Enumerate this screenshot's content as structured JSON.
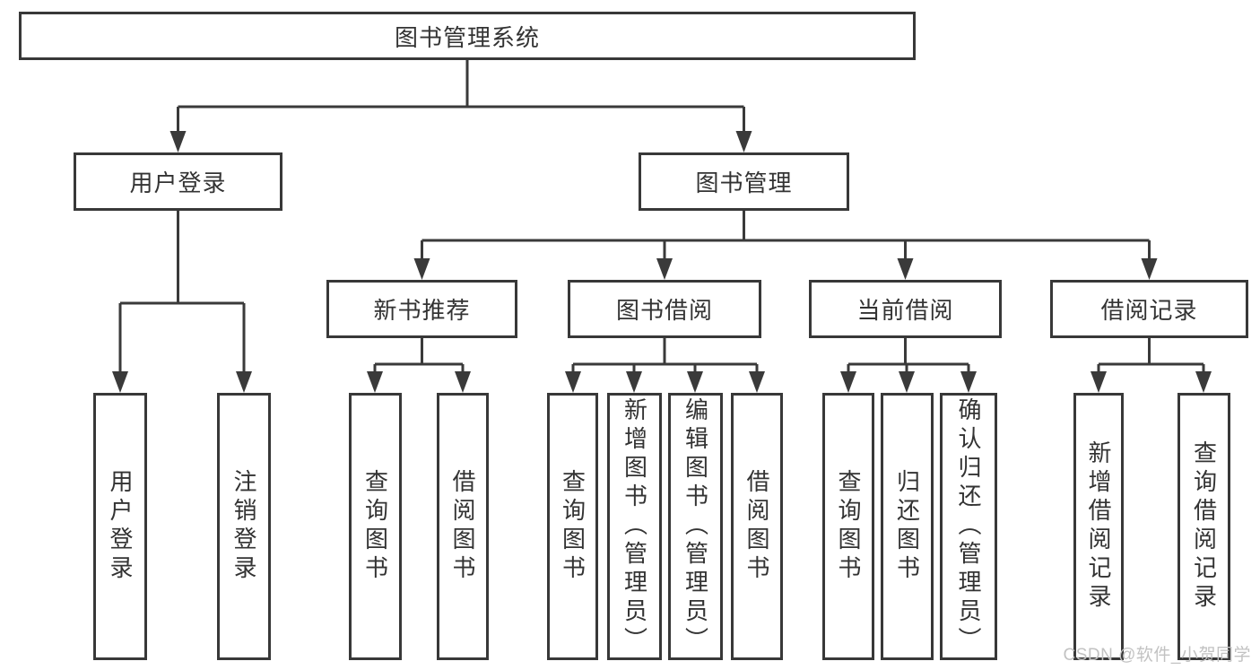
{
  "diagram": {
    "root": {
      "label": "图书管理系统",
      "children": [
        {
          "label": "用户登录",
          "children": [
            {
              "label": "用户登录"
            },
            {
              "label": "注销登录"
            }
          ]
        },
        {
          "label": "图书管理",
          "children": [
            {
              "label": "新书推荐",
              "children": [
                {
                  "label": "查询图书"
                },
                {
                  "label": "借阅图书"
                }
              ]
            },
            {
              "label": "图书借阅",
              "children": [
                {
                  "label": "查询图书"
                },
                {
                  "label": "新增图书（管理员）"
                },
                {
                  "label": "编辑图书（管理员）"
                },
                {
                  "label": "借阅图书"
                }
              ]
            },
            {
              "label": "当前借阅",
              "children": [
                {
                  "label": "查询图书"
                },
                {
                  "label": "归还图书"
                },
                {
                  "label": "确认归还（管理员）"
                }
              ]
            },
            {
              "label": "借阅记录",
              "children": [
                {
                  "label": "新增借阅记录"
                },
                {
                  "label": "查询借阅记录"
                }
              ]
            }
          ]
        }
      ]
    }
  },
  "watermark": {
    "text": "CSDN @软件_小贺同学"
  },
  "colors": {
    "line": "#3a3a3a",
    "box_border": "#383838",
    "text": "#333333",
    "watermark": "#c2c2c2",
    "background": "#ffffff"
  }
}
